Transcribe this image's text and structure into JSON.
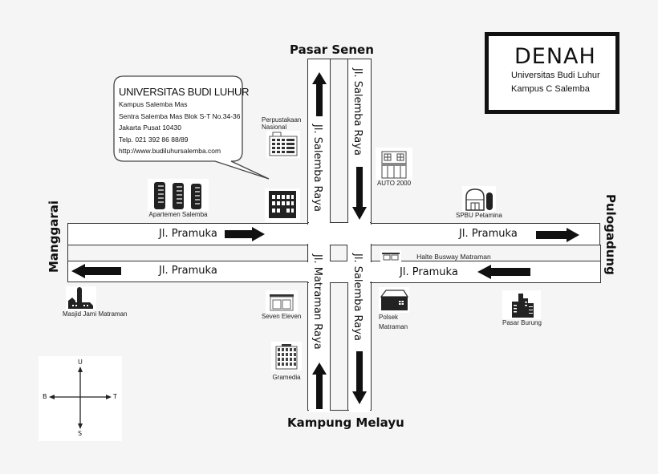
{
  "title_box": {
    "heading": "DENAH",
    "line1": "Universitas Budi Luhur",
    "line2": "Kampus C Salemba"
  },
  "callout": {
    "title": "UNIVERSITAS BUDI LUHUR",
    "lines": [
      "Kampus Salemba Mas",
      "Sentra Salemba Mas Blok S-T No.34-36",
      "Jakarta Pusat 10430",
      "Telp. 021 392 86 88/89",
      "http://www.budiluhursalemba.com"
    ]
  },
  "directions": {
    "north": "Pasar Senen",
    "south": "Kampung Melayu",
    "west": "Manggarai",
    "east": "Pulogadung"
  },
  "roads": {
    "pramuka_west_top": "Jl. Pramuka",
    "pramuka_west_bottom": "Jl. Pramuka",
    "pramuka_east_top": "Jl. Pramuka",
    "pramuka_east_bottom": "Jl. Pramuka",
    "salemba_left": "Jl. Salemba Raya",
    "salemba_right": "Jl. Salemba Raya",
    "matraman": "Jl. Matraman Raya",
    "salemba_south": "Jl. Salemba Raya"
  },
  "landmarks": {
    "perpustakaan_line1": "Perpustakaan",
    "perpustakaan_line2": "Nasional",
    "apartemen": "Apartemen Salemba",
    "auto2000": "AUTO 2000",
    "spbu": "SPBU Petamina",
    "halte": "Halte Busway Matraman",
    "masjid": "Masjid Jami Matraman",
    "seven_eleven": "Seven Eleven",
    "gramedia": "Gramedia",
    "polsek_line1": "Polsek",
    "polsek_line2": "Matraman",
    "pasar_burung": "Pasar Burung"
  },
  "compass": {
    "north": "U",
    "south": "S",
    "west": "B",
    "east": "T"
  }
}
